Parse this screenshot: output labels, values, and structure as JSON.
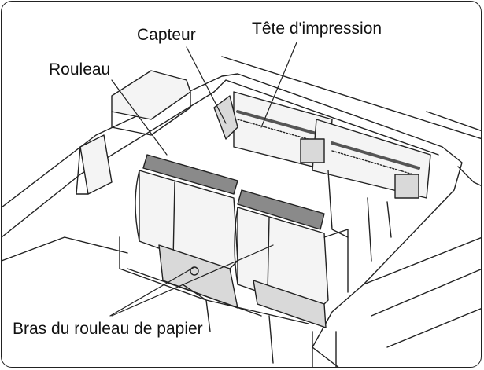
{
  "labels": {
    "sensor": "Capteur",
    "print_head": "Tête d'impression",
    "roller": "Rouleau",
    "paper_roll_arm": "Bras du rouleau de papier"
  },
  "colors": {
    "line": "#222222",
    "fill_light": "#f4f4f4",
    "fill_mid": "#d9d9d9",
    "fill_dark": "#8a8a8a"
  }
}
